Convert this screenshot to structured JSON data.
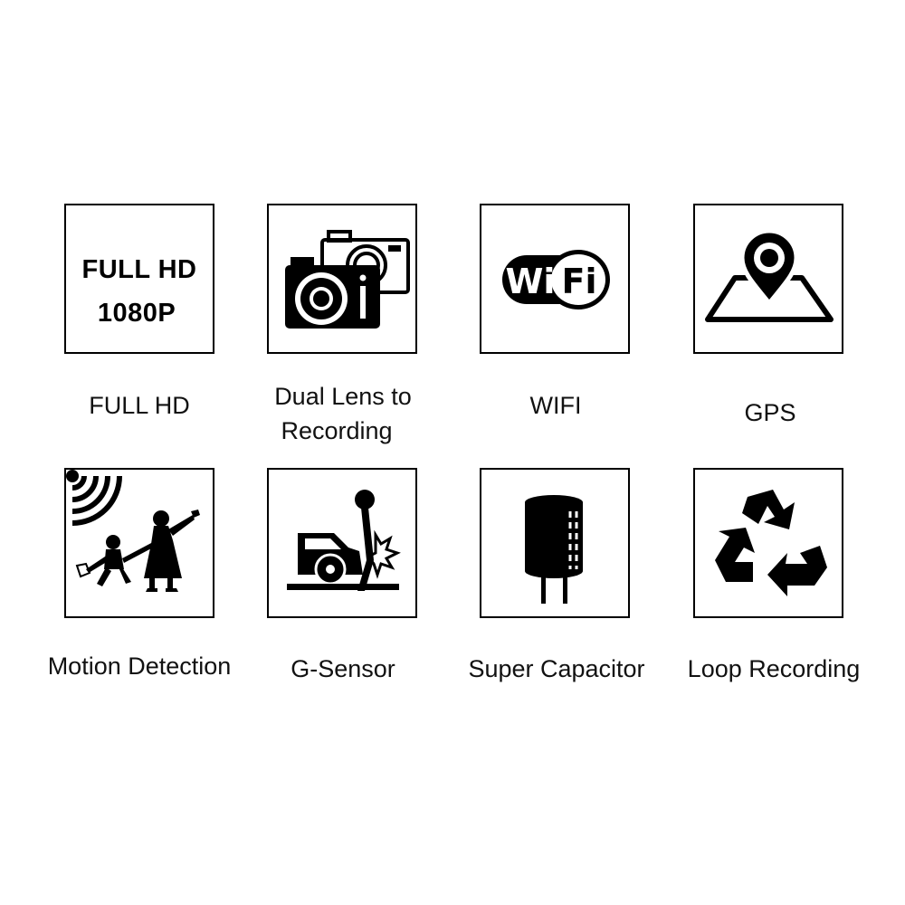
{
  "features": [
    {
      "caption": "FULL HD",
      "icon": "full-hd-badge-icon",
      "badge_line1": "FULL HD",
      "badge_line2": "1080P"
    },
    {
      "caption_line1": "Dual Lens to",
      "caption_line2": "Recording",
      "icon": "dual-camera-icon"
    },
    {
      "caption": "WIFI",
      "icon": "wifi-logo-icon",
      "logo_left": "Wi",
      "logo_right": "Fi"
    },
    {
      "caption": "GPS",
      "icon": "map-pin-icon"
    },
    {
      "caption": "Motion Detection",
      "icon": "motion-detection-icon"
    },
    {
      "caption": "G-Sensor",
      "icon": "g-sensor-crash-icon"
    },
    {
      "caption": "Super Capacitor",
      "icon": "capacitor-icon"
    },
    {
      "caption": "Loop Recording",
      "icon": "recycle-loop-icon"
    }
  ],
  "colors": {
    "foreground": "#000000",
    "background": "#ffffff"
  }
}
